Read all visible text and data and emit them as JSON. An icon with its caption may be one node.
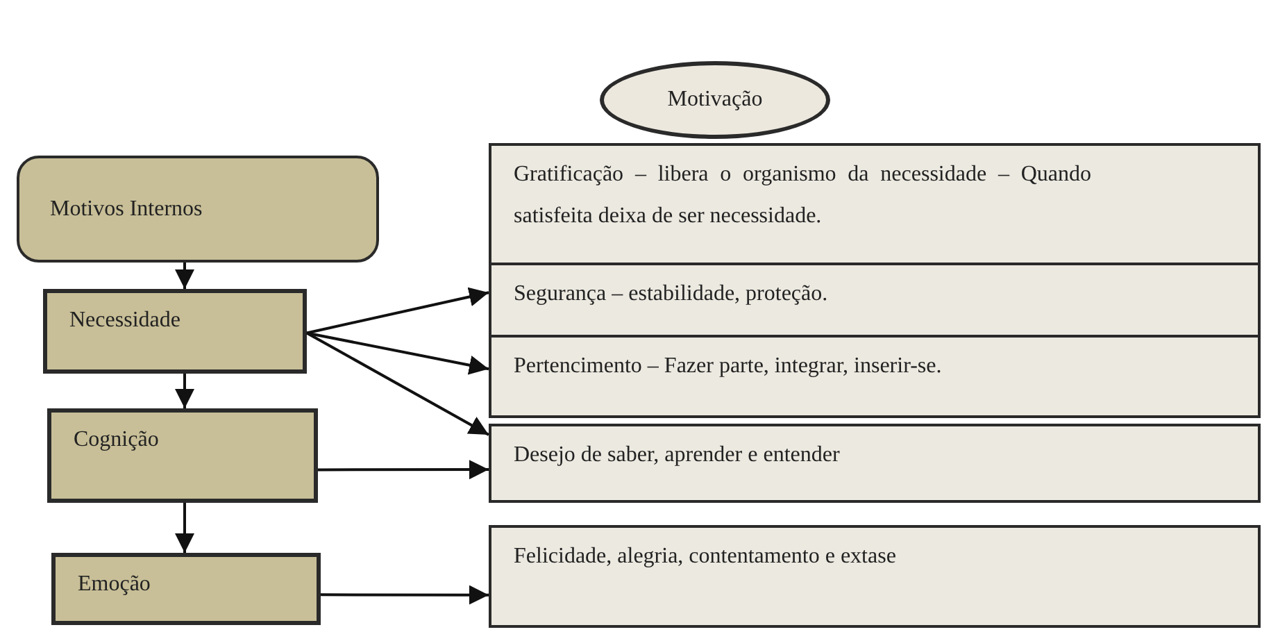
{
  "diagram": {
    "nodes": [
      {
        "text": [
          "Motivação"
        ]
      },
      {
        "text": [
          "Motivos Internos"
        ]
      },
      {
        "text": [
          "Gratificação – libera o organismo da necessidade – Quando satisfeita deixa de ser necessidade."
        ]
      },
      {
        "text": [
          "Necessidade"
        ]
      },
      {
        "text": [
          "Segurança – estabilidade, proteção."
        ]
      },
      {
        "text": [
          "Pertencimento – Fazer parte, integrar, inserir-se."
        ]
      },
      {
        "text": [
          "Cognição"
        ]
      },
      {
        "text": [
          "Desejo de saber, aprender e entender"
        ]
      },
      {
        "text": [
          "Emoção"
        ]
      },
      {
        "text": [
          "Felicidade, alegria, contentamento e extase"
        ]
      }
    ],
    "edges": [
      {
        "from": 1,
        "to": 3,
        "arrow": "to"
      },
      {
        "from": 3,
        "to": 6,
        "arrow": "to"
      },
      {
        "from": 6,
        "to": 8,
        "arrow": "to"
      },
      {
        "from": 3,
        "to": 4,
        "arrow": "to"
      },
      {
        "from": 3,
        "to": 5,
        "arrow": "to"
      },
      {
        "from": 3,
        "to": 7,
        "arrow": "to"
      },
      {
        "from": 6,
        "to": 7,
        "arrow": "to"
      },
      {
        "from": 8,
        "to": 9,
        "arrow": "to"
      }
    ]
  }
}
